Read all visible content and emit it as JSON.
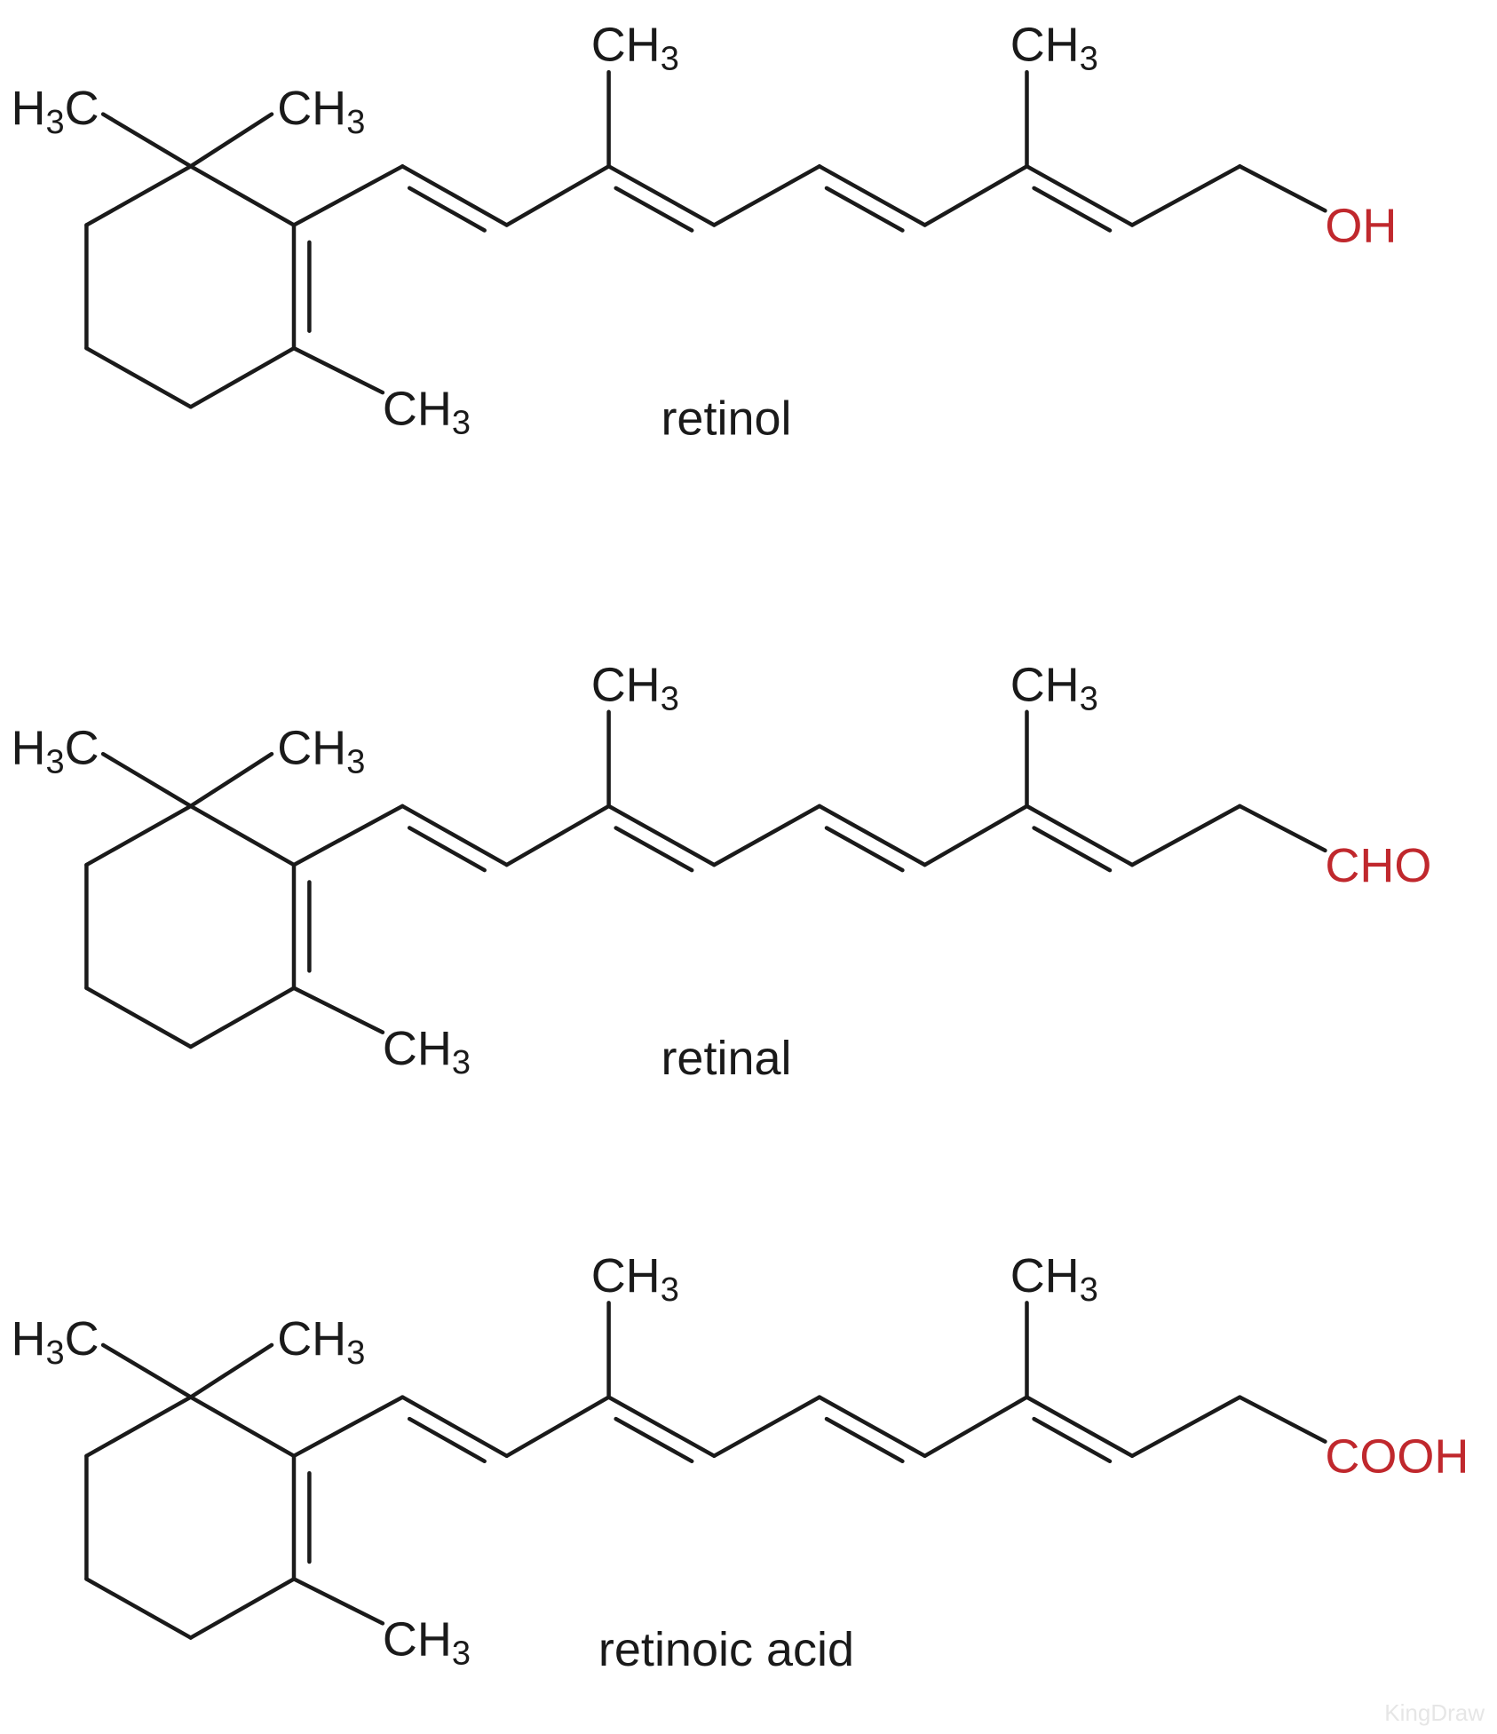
{
  "molecules": [
    {
      "name": "retinol",
      "end_group": "OH"
    },
    {
      "name": "retinal",
      "end_group": "CHO"
    },
    {
      "name": "retinoic acid",
      "end_group": "COOH"
    }
  ],
  "methyl_right": {
    "base": "CH",
    "sub": "3"
  },
  "methyl_left": {
    "base": "H",
    "sub": "3",
    "tail": "C"
  },
  "watermark": "KingDraw",
  "colors": {
    "bond": "#1a1a1a",
    "end_group": "#c0282d",
    "watermark": "#e6e6e6"
  }
}
